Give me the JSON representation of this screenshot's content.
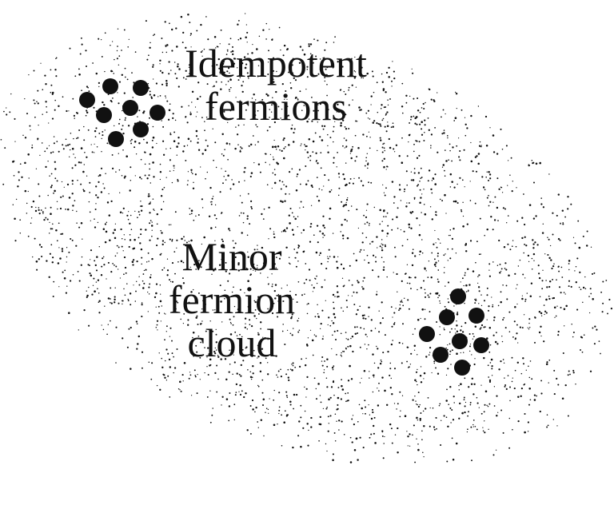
{
  "labels": {
    "idempotent_line1": "Idempotent",
    "idempotent_line2": "fermions",
    "minor_line1": "Minor",
    "minor_line2": "fermion",
    "minor_line3": "cloud"
  },
  "colors": {
    "background": "#ffffff",
    "ink": "#111111"
  }
}
